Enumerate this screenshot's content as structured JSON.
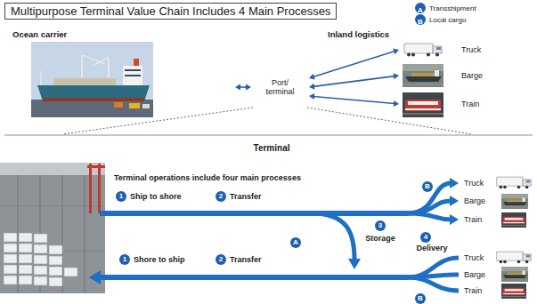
{
  "diagram": {
    "title": "Multipurpose Terminal Value Chain Includes 4 Main Processes",
    "nodes": [
      {
        "text": [
          "Ocean carrier"
        ]
      },
      {
        "text": [
          "Port/ terminal"
        ]
      },
      {
        "text": [
          "Inland logistics"
        ]
      },
      {
        "text": [
          "Truck"
        ],
        "in": 2
      },
      {
        "text": [
          "Barge"
        ],
        "in": 2
      },
      {
        "text": [
          "Train"
        ],
        "in": 2
      },
      {
        "text": [
          "1",
          "Ship to shore"
        ]
      },
      {
        "text": [
          "2",
          "Transfer"
        ]
      },
      {
        "text": [
          "3",
          "Storage"
        ]
      },
      {
        "text": [
          "1",
          "Shore to ship"
        ]
      },
      {
        "text": [
          "2",
          "Transfer"
        ]
      },
      {
        "text": [
          "Truck"
        ]
      },
      {
        "text": [
          "Barge"
        ]
      },
      {
        "text": [
          "Train"
        ]
      },
      {
        "text": [
          "Truck"
        ]
      },
      {
        "text": [
          "Barge"
        ]
      },
      {
        "text": [
          "Train"
        ]
      }
    ],
    "edges": [
      {
        "from": 0,
        "to": 1,
        "arrow": "both"
      },
      {
        "from": 1,
        "to": 3,
        "arrow": "both"
      },
      {
        "from": 1,
        "to": 4,
        "arrow": "both"
      },
      {
        "from": 1,
        "to": 5,
        "arrow": "both"
      },
      {
        "from": 8,
        "to": 11,
        "arrow": "to"
      },
      {
        "from": 8,
        "to": 12,
        "arrow": "to"
      },
      {
        "from": 8,
        "to": 13,
        "arrow": "to"
      },
      {
        "from": 14,
        "to": 8,
        "arrow": "none"
      },
      {
        "from": 15,
        "to": 8,
        "arrow": "none"
      },
      {
        "from": 16,
        "to": 8,
        "arrow": "none"
      }
    ],
    "labels": [
      "A",
      "B",
      "Terminal",
      "Terminal operations include four main processes",
      "A",
      "4",
      "Delivery",
      "B",
      "B"
    ],
    "legend": [
      {
        "text": "Transshipment",
        "color": "#1f5fb0"
      },
      {
        "text": "Local cargo",
        "color": "#1f5fb0"
      }
    ]
  }
}
